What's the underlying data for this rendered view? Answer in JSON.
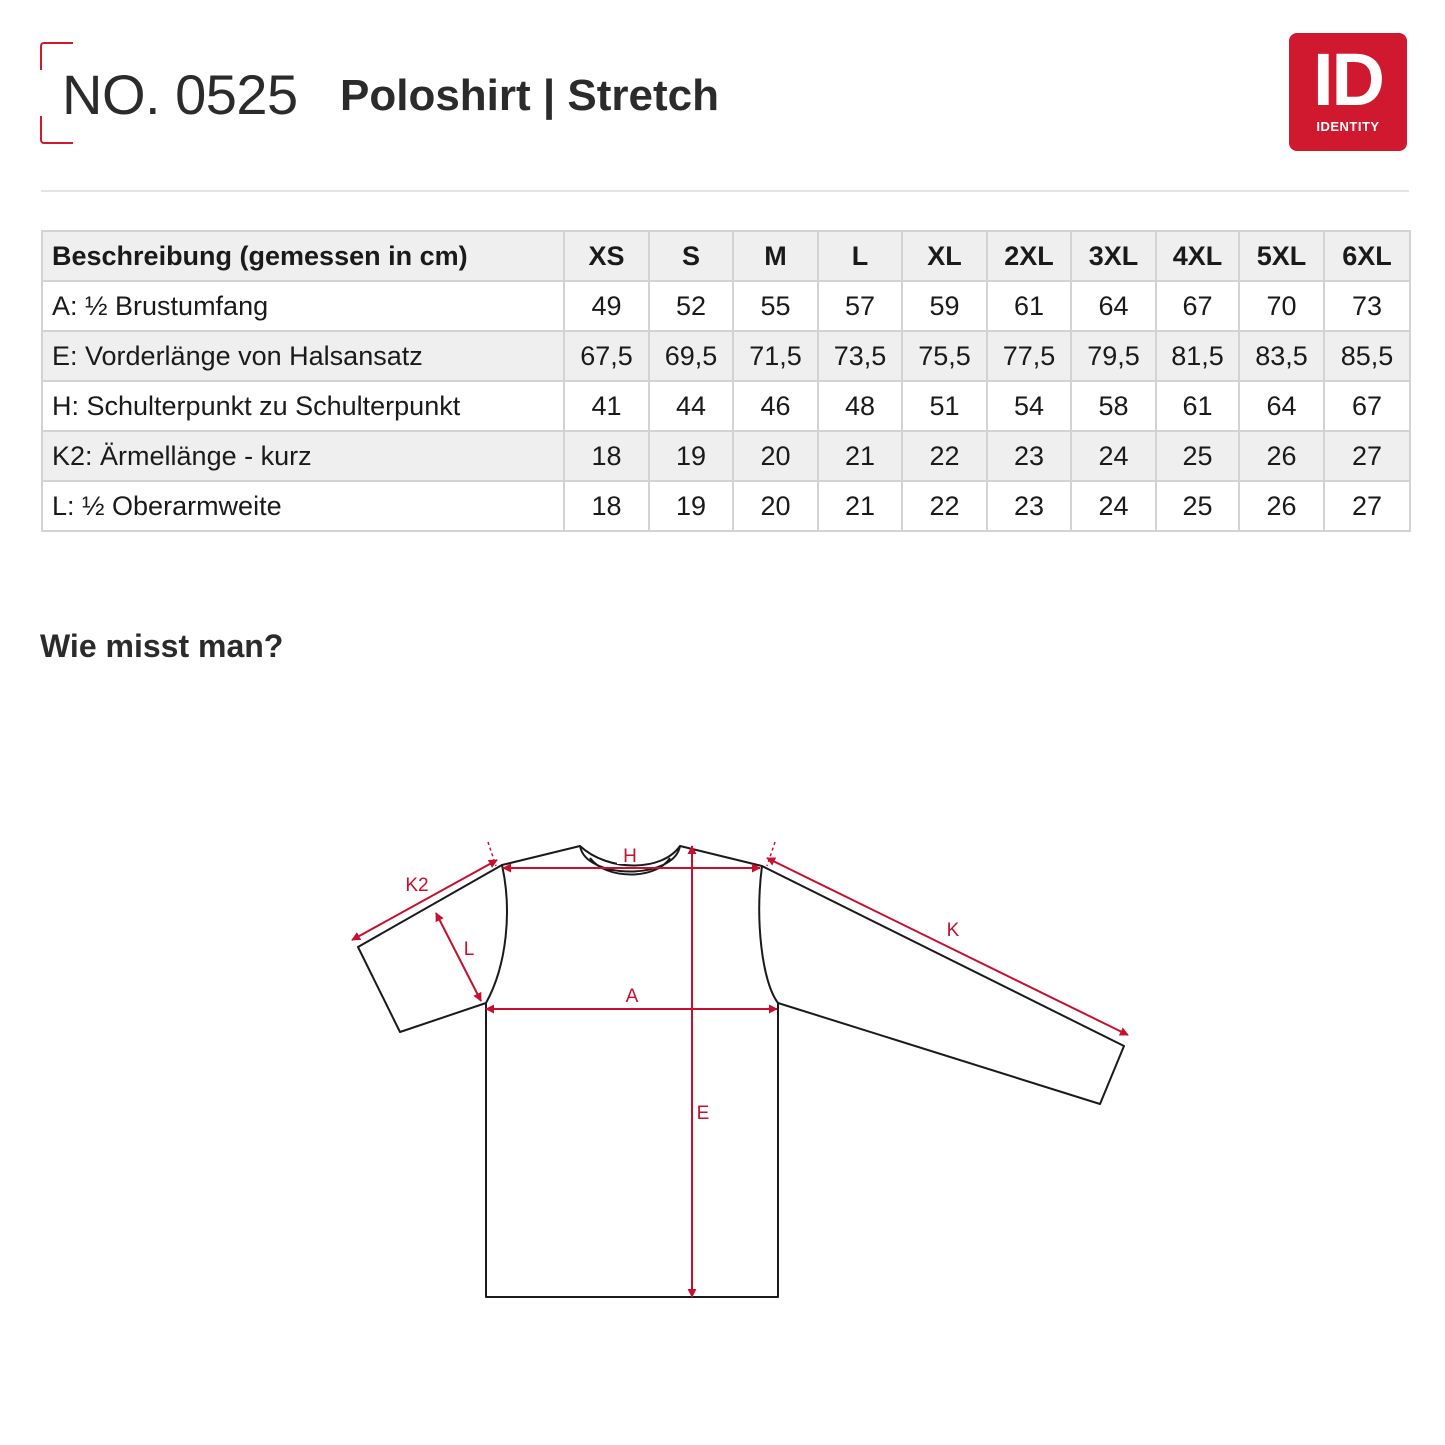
{
  "header": {
    "product_no": "NO. 0525",
    "product_title": "Poloshirt | Stretch",
    "logo": {
      "mark": "ID",
      "word": "IDENTITY",
      "color": "#d0182f"
    }
  },
  "table": {
    "description_header": "Beschreibung (gemessen in cm)",
    "sizes": [
      "XS",
      "S",
      "M",
      "L",
      "XL",
      "2XL",
      "3XL",
      "4XL",
      "5XL",
      "6XL"
    ],
    "rows": [
      {
        "label": "A: ½ Brustumfang",
        "values": [
          "49",
          "52",
          "55",
          "57",
          "59",
          "61",
          "64",
          "67",
          "70",
          "73"
        ]
      },
      {
        "label": "E: Vorderlänge von Halsansatz",
        "values": [
          "67,5",
          "69,5",
          "71,5",
          "73,5",
          "75,5",
          "77,5",
          "79,5",
          "81,5",
          "83,5",
          "85,5"
        ]
      },
      {
        "label": "H: Schulterpunkt zu Schulterpunkt",
        "values": [
          "41",
          "44",
          "46",
          "48",
          "51",
          "54",
          "58",
          "61",
          "64",
          "67"
        ]
      },
      {
        "label": "K2: Ärmellänge - kurz",
        "values": [
          "18",
          "19",
          "20",
          "21",
          "22",
          "23",
          "24",
          "25",
          "26",
          "27"
        ]
      },
      {
        "label": "L: ½ Oberarmweite",
        "values": [
          "18",
          "19",
          "20",
          "21",
          "22",
          "23",
          "24",
          "25",
          "26",
          "27"
        ]
      }
    ]
  },
  "measure_section": {
    "title": "Wie misst man?",
    "labels": {
      "h": "H",
      "k2": "K2",
      "k": "K",
      "l": "L",
      "a": "A",
      "e": "E"
    },
    "accent_color": "#c8102e"
  }
}
